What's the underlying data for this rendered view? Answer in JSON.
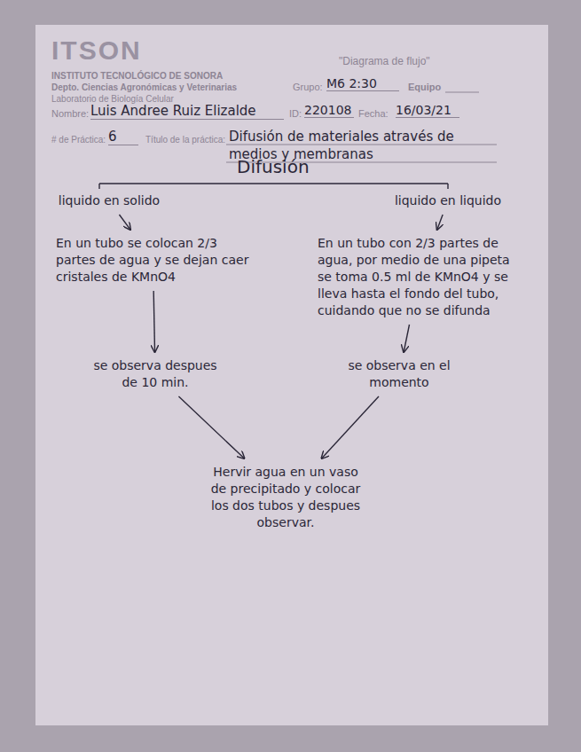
{
  "diagram": {
    "title": "Difusión",
    "nodes": [
      {
        "text": [
          "liquido en solido"
        ]
      },
      {
        "text": [
          "liquido en liquido"
        ]
      },
      {
        "text": [
          "En un tubo se colocan 2/3 partes de agua y se dejan caer cristales de KMnO4"
        ]
      },
      {
        "text": [
          "En un tubo con 2/3 partes de agua, por medio de una pipeta se toma 0.5 ml de KMnO4 y se lleva hasta el fondo del tubo, cuidando que no se difunda"
        ]
      },
      {
        "text": [
          "se observa despues de 10 min."
        ]
      },
      {
        "text": [
          "se observa en el momento"
        ]
      },
      {
        "text": [
          "Hervir agua en un vaso de precipitado y colocar los dos tubos y despues observar."
        ]
      }
    ],
    "edges": [
      {
        "from": 0,
        "to": 2,
        "arrow": "to"
      },
      {
        "from": 1,
        "to": 3,
        "arrow": "to"
      },
      {
        "from": 2,
        "to": 4,
        "arrow": "to"
      },
      {
        "from": 3,
        "to": 5,
        "arrow": "to"
      },
      {
        "from": 4,
        "to": 6,
        "arrow": "to"
      },
      {
        "from": 5,
        "to": 6,
        "arrow": "to"
      }
    ],
    "labels": [
      "ITSON",
      "INSTITUTO TECNOLÓGICO DE SONORA",
      "Depto. Ciencias Agronómicas y Veterinarias",
      "Laboratorio de Biología Celular",
      "\"Diagrama de flujo\"",
      "Grupo:",
      "M6 2:30",
      "Equipo",
      "Nombre:",
      "Luis Andree Ruiz Elizalde",
      "ID:",
      "220108",
      "Fecha:",
      "16/03/21",
      "# de Práctica:",
      "6",
      "Título de la práctica:",
      "Difusión de materiales através de medios y membranas"
    ]
  }
}
